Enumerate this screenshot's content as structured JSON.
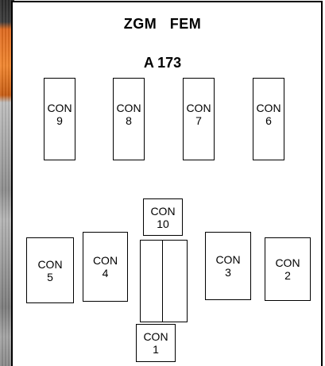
{
  "diagram": {
    "title": "ZGM   FEM",
    "subtitle": "A 173",
    "connectors": {
      "con9": {
        "label": "CON",
        "number": "9"
      },
      "con8": {
        "label": "CON",
        "number": "8"
      },
      "con7": {
        "label": "CON",
        "number": "7"
      },
      "con6": {
        "label": "CON",
        "number": "6"
      },
      "con10": {
        "label": "CON",
        "number": "10"
      },
      "con5": {
        "label": "CON",
        "number": "5"
      },
      "con4": {
        "label": "CON",
        "number": "4"
      },
      "con3": {
        "label": "CON",
        "number": "3"
      },
      "con2": {
        "label": "CON",
        "number": "2"
      },
      "con1": {
        "label": "CON",
        "number": "1"
      }
    }
  }
}
